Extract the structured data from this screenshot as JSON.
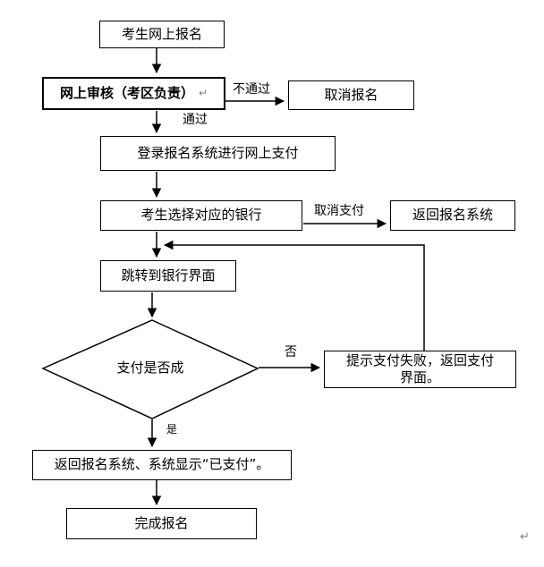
{
  "nodes": {
    "register": {
      "label": "考生网上报名"
    },
    "review": {
      "label": "网上审核（考区负责）"
    },
    "cancel_registration": {
      "label": "取消报名"
    },
    "login_payment": {
      "label": "登录报名系统进行网上支付"
    },
    "choose_bank": {
      "label": "考生选择对应的银行"
    },
    "return_registration": {
      "label": "返回报名系统"
    },
    "bank_interface": {
      "label": "跳转到银行界面"
    },
    "payment_decision": {
      "label": "支付是否成"
    },
    "payment_failed": {
      "line1": "提示支付失败，返回支付",
      "line2": "界面。"
    },
    "payment_success": {
      "label": "返回报名系统、系统显示“已支付”。"
    },
    "finish": {
      "label": "完成报名"
    }
  },
  "edge_labels": {
    "not_passed": "不通过",
    "passed": "通过",
    "cancel_payment": "取消支付",
    "no": "否",
    "yes": "是"
  },
  "edges": [
    {
      "from": "register",
      "to": "review",
      "label": ""
    },
    {
      "from": "review",
      "to": "cancel_registration",
      "label": "不通过"
    },
    {
      "from": "review",
      "to": "login_payment",
      "label": "通过"
    },
    {
      "from": "login_payment",
      "to": "choose_bank",
      "label": ""
    },
    {
      "from": "choose_bank",
      "to": "return_registration",
      "label": "取消支付"
    },
    {
      "from": "choose_bank",
      "to": "bank_interface",
      "label": ""
    },
    {
      "from": "bank_interface",
      "to": "payment_decision",
      "label": ""
    },
    {
      "from": "payment_decision",
      "to": "payment_failed",
      "label": "否"
    },
    {
      "from": "payment_failed",
      "to": "bank_interface",
      "label": ""
    },
    {
      "from": "payment_decision",
      "to": "payment_success",
      "label": "是"
    },
    {
      "from": "payment_success",
      "to": "finish",
      "label": ""
    }
  ],
  "marks": {
    "paragraph_mark": "↵"
  },
  "colors": {
    "line": "#000000",
    "border": "#000000",
    "text": "#000000",
    "paragraph_mark": "#808080",
    "background": "#ffffff"
  }
}
